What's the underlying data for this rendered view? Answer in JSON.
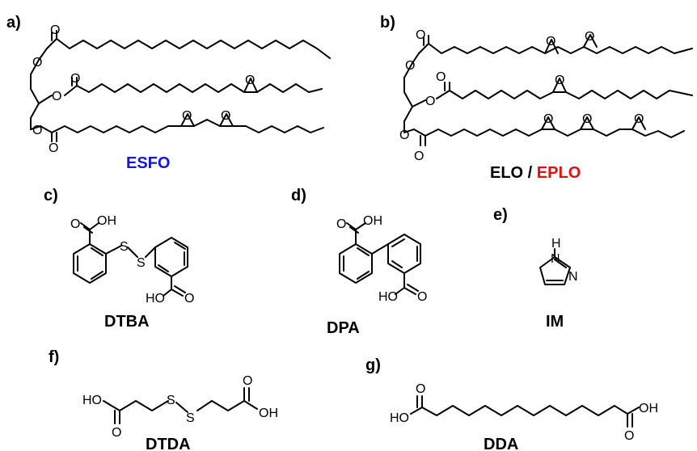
{
  "panels": {
    "a": {
      "label": "a)",
      "name": "ESFO",
      "name_color": "#1515e0"
    },
    "b": {
      "label": "b)",
      "name_part1": "ELO",
      "separator": " / ",
      "name_part2": "EPLO",
      "name_part2_color": "#e01010"
    },
    "c": {
      "label": "c)",
      "name": "DTBA"
    },
    "d": {
      "label": "d)",
      "name": "DPA"
    },
    "e": {
      "label": "e)",
      "name": "IM"
    },
    "f": {
      "label": "f)",
      "name": "DTDA"
    },
    "g": {
      "label": "g)",
      "name": "DDA"
    }
  },
  "atoms": {
    "oxygen": "O",
    "hydroxyl": "OH",
    "hydroxyl_left": "HO",
    "sulfur": "S",
    "nitrogen": "N",
    "hydrogen": "H"
  }
}
